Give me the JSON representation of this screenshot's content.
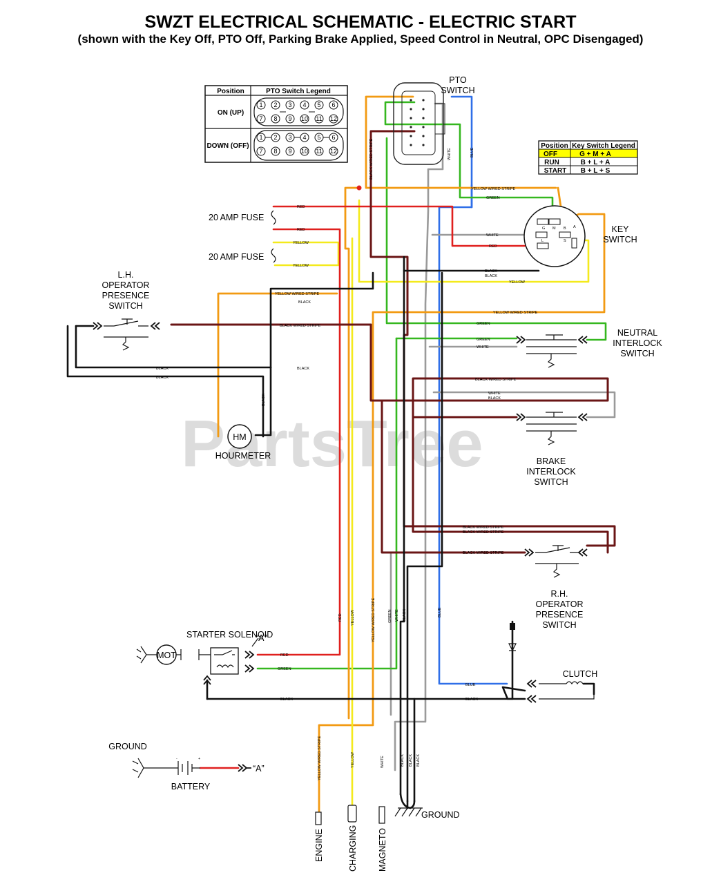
{
  "header": {
    "title": "SWZT ELECTRICAL SCHEMATIC - ELECTRIC START",
    "subtitle": "(shown with the Key Off, PTO Off, Parking Brake Applied, Speed Control in Neutral, OPC Disengaged)"
  },
  "watermark": "PartsTree",
  "pto_legend": {
    "col_position": "Position",
    "col_legend": "PTO Switch Legend",
    "rows": [
      {
        "position": "ON (UP)"
      },
      {
        "position": "DOWN (OFF)"
      }
    ],
    "top_numbers": [
      "1",
      "2",
      "3",
      "4",
      "5",
      "6"
    ],
    "bottom_numbers": [
      "7",
      "8",
      "9",
      "10",
      "11",
      "12"
    ]
  },
  "key_legend": {
    "col_position": "Position",
    "col_legend": "Key Switch Legend",
    "rows": [
      {
        "position": "OFF",
        "contacts": "G + M + A"
      },
      {
        "position": "RUN",
        "contacts": "B + L + A"
      },
      {
        "position": "START",
        "contacts": "B + L + S"
      }
    ],
    "highlight_color": "#ffff00"
  },
  "components": {
    "pto_switch": "PTO\nSWITCH",
    "key_switch": "KEY\nSWITCH",
    "fuse_1": "20 AMP FUSE",
    "fuse_2": "20 AMP FUSE",
    "lh_opc": "L.H.\nOPERATOR\nPRESENCE\nSWITCH",
    "neutral": "NEUTRAL\nINTERLOCK\nSWITCH",
    "hourmeter": "HOURMETER",
    "hm": "HM",
    "brake": "BRAKE\nINTERLOCK\nSWITCH",
    "rh_opc": "R.H.\nOPERATOR\nPRESENCE\nSWITCH",
    "starter_solenoid": "STARTER SOLENOID",
    "mot": "MOT",
    "a_ref": "“A”",
    "clutch": "CLUTCH",
    "ground_left": "GROUND",
    "battery": "BATTERY",
    "a_ref_battery": "“A”",
    "ground_bottom": "GROUND",
    "engine": "ENGINE",
    "charging": "CHARGING",
    "magneto": "MAGNETO",
    "key_terminals": [
      "G",
      "M",
      "B",
      "L",
      "S",
      "A"
    ],
    "battery_minus": "-",
    "battery_plus": "+"
  },
  "wire_labels": {
    "red": "RED",
    "yellow": "YELLOW",
    "black": "BLACK",
    "green": "GREEN",
    "blue": "BLUE",
    "white": "WHITE",
    "yellow_red_stripe": "YELLOW W/RED STRIPE",
    "black_red_stripe": "BLACK W/RED STRIPE"
  },
  "wire_colors": {
    "red": "#e0201e",
    "yellow": "#f4ea1c",
    "yellow_red_stripe": "#f29a12",
    "black": "#111111",
    "black_red_stripe": "#6a1515",
    "green": "#35b71f",
    "blue": "#2f6fe8",
    "white": "#9a9a9a"
  }
}
